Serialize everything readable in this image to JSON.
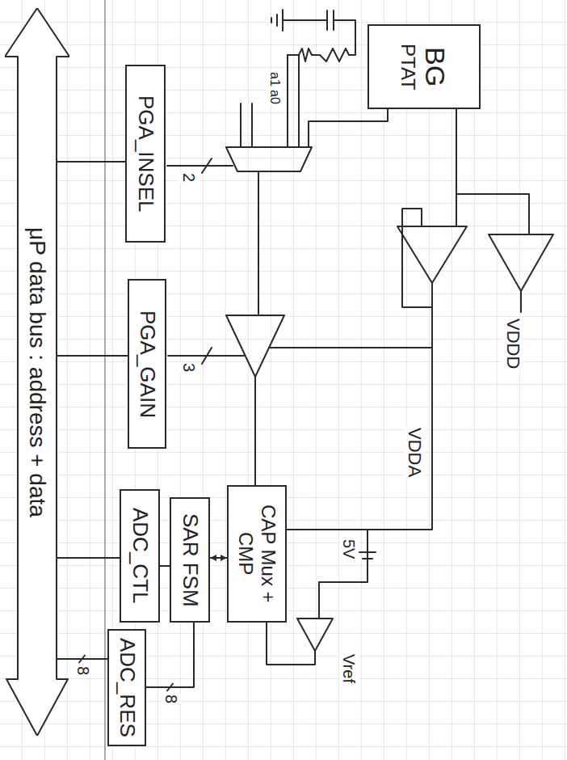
{
  "diagram": {
    "nodes": [
      {
        "text": [
          "μP data bus : address + data"
        ]
      },
      {
        "text": [
          "PGA_INSEL"
        ]
      },
      {
        "text": [
          "PGA_GAIN"
        ]
      },
      {
        "text": [
          "ADC_CTL"
        ]
      },
      {
        "text": [
          "SAR FSM"
        ]
      },
      {
        "text": [
          "ADC_RES"
        ]
      },
      {
        "text": [
          "CAP Mux + CMP"
        ]
      },
      {
        "text": [
          "BG",
          "PTAT"
        ]
      }
    ],
    "edges": [
      {
        "from": 0,
        "to": 1,
        "arrow": "none"
      },
      {
        "from": 0,
        "to": 2,
        "arrow": "none"
      },
      {
        "from": 0,
        "to": 3,
        "arrow": "none"
      },
      {
        "from": 5,
        "to": 0,
        "label": "8",
        "arrow": "none"
      },
      {
        "from": 3,
        "to": 4,
        "arrow": "none"
      },
      {
        "from": 4,
        "to": 6,
        "arrow": "both"
      },
      {
        "from": 4,
        "to": 5,
        "label": "8",
        "arrow": "none"
      }
    ],
    "labels": [
      "a1",
      "a0",
      "2",
      "3",
      "VDDD",
      "VDDA",
      "5V",
      "Vref"
    ]
  }
}
